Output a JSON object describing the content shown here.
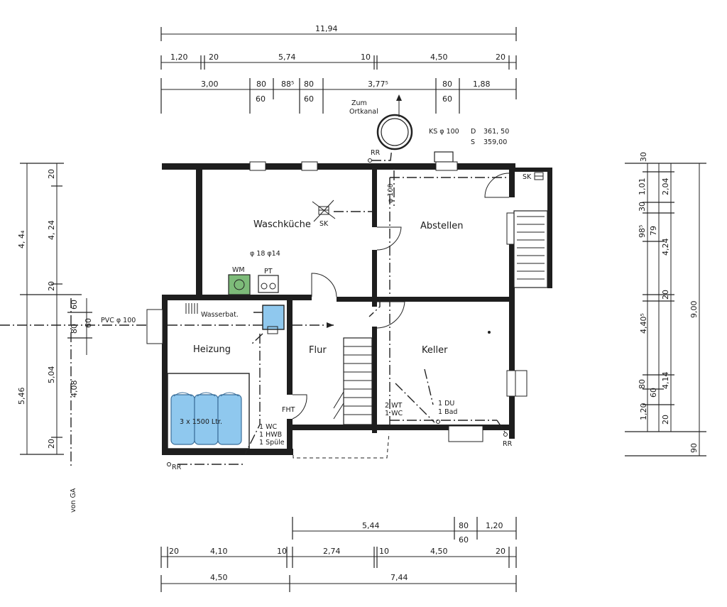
{
  "rooms": {
    "waschkueche": "Waschküche",
    "abstellen": "Abstellen",
    "heizung": "Heizung",
    "flur": "Flur",
    "keller": "Keller"
  },
  "labels": {
    "zum": "Zum",
    "ortkanal": "Ortkanal",
    "ks": "KS φ 100",
    "d_label": "D",
    "d_value": "361, 50",
    "s_label": "S",
    "s_value": "359,00",
    "rr": "RR",
    "sk": "SK",
    "phi100": "φ 100",
    "phi18": "φ 18  φ14",
    "wm": "WM",
    "pt": "PT",
    "wasserbat": "Wasserbat.",
    "pvc": "PVC   φ 100",
    "fht": "FHT",
    "tank": "3 x 1500 Ltr.",
    "heiz_l1": "1 WC",
    "heiz_l2": "1 HWB",
    "heiz_l3": "1 Spüle",
    "wt_l1": "2 WT",
    "wt_l2": "1 WC",
    "du_l1": "1 DU",
    "du_l2": "1 Bad",
    "von_ga": "von GA"
  },
  "dims": {
    "top_total": "11,94",
    "top_r2": [
      "1,20",
      "20",
      "5,74",
      "10",
      "4,50",
      "20"
    ],
    "top_r3": [
      "3,00",
      "80",
      "88⁵",
      "80",
      "3,77⁵",
      "80",
      "1,88"
    ],
    "top_r3_sub": [
      "60",
      "60",
      "60"
    ],
    "bot_r1": [
      "5,44",
      "80",
      "1,20"
    ],
    "bot_r1_sub": "60",
    "bot_r2": [
      "20",
      "4,10",
      "10",
      "2,74",
      "10",
      "4,50",
      "20"
    ],
    "bot_r3": [
      "4,50",
      "7,44"
    ],
    "left_outer": [
      "4, 4₄",
      "5,46"
    ],
    "left_mid": [
      "20",
      "4, 24",
      "20",
      "5,04",
      "20"
    ],
    "left_inner": [
      "60",
      "80",
      "60",
      "4,08"
    ],
    "right_outer": [
      "9,00",
      "90"
    ],
    "right_mid": [
      "30",
      "2,04",
      "4,24",
      "4,40⁵",
      "1,20"
    ],
    "right_inner": [
      "1,01",
      "30",
      "98⁵",
      "79",
      "20",
      "4,14",
      "80",
      "60",
      "20"
    ]
  },
  "colors": {
    "tank": "#8fc8ee",
    "tank_stroke": "#3b6f9a",
    "wm": "#7dbb79",
    "wall": "#1e1e1e"
  }
}
